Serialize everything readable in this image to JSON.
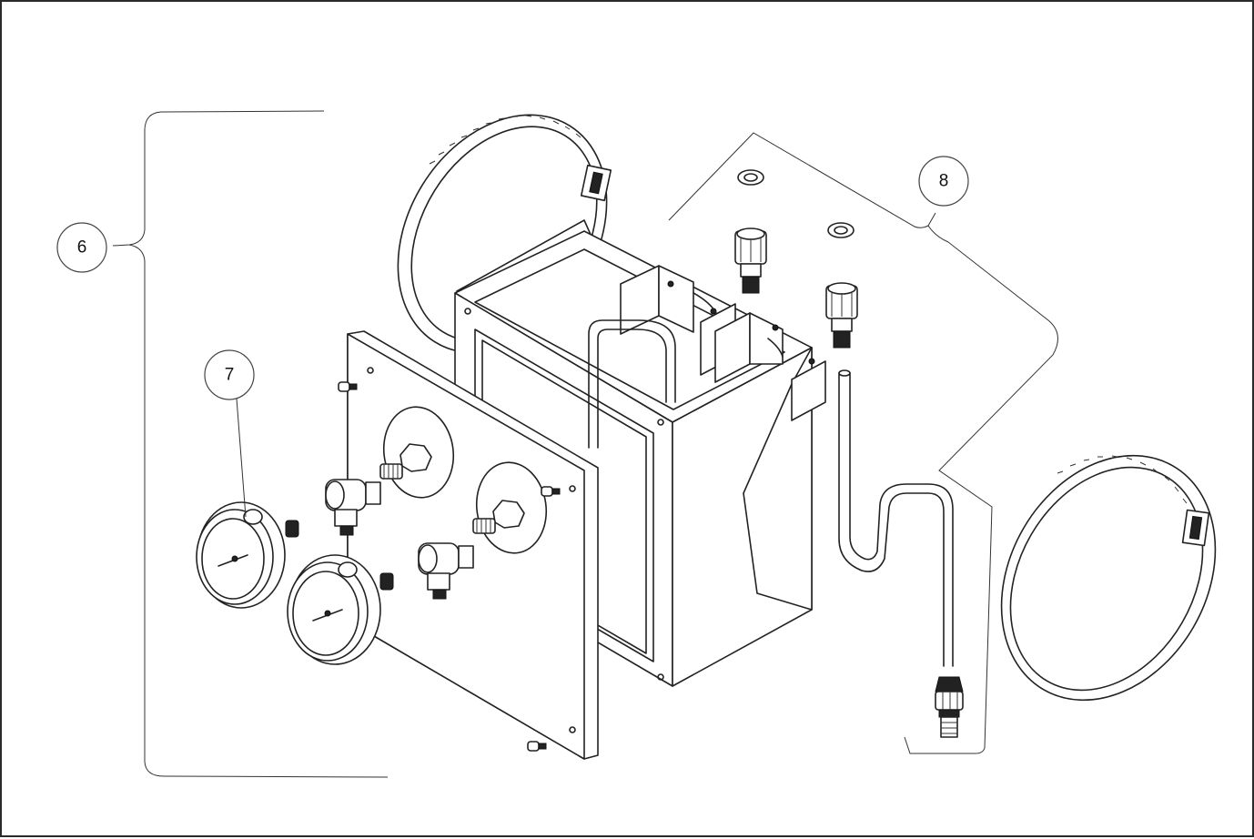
{
  "callouts": {
    "six": "6",
    "seven": "7",
    "eight": "8"
  }
}
